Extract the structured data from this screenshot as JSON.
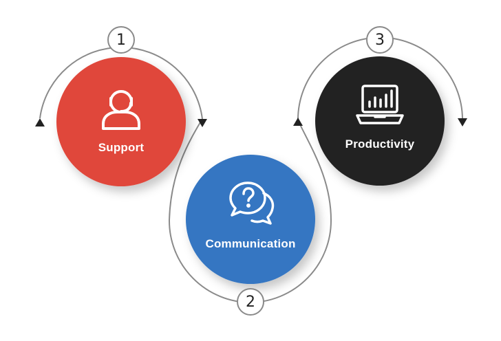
{
  "steps": [
    {
      "number": "1",
      "label": "Support",
      "color": "#E0473A",
      "icon": "headset-user-icon"
    },
    {
      "number": "2",
      "label": "Communication",
      "color": "#3576C2",
      "icon": "question-chat-bubbles-icon"
    },
    {
      "number": "3",
      "label": "Productivity",
      "color": "#232123",
      "icon": "laptop-bar-chart-icon"
    }
  ],
  "colors": {
    "connector": "#8a8a8a",
    "arrowhead": "#222222",
    "icon_stroke": "#ffffff"
  }
}
